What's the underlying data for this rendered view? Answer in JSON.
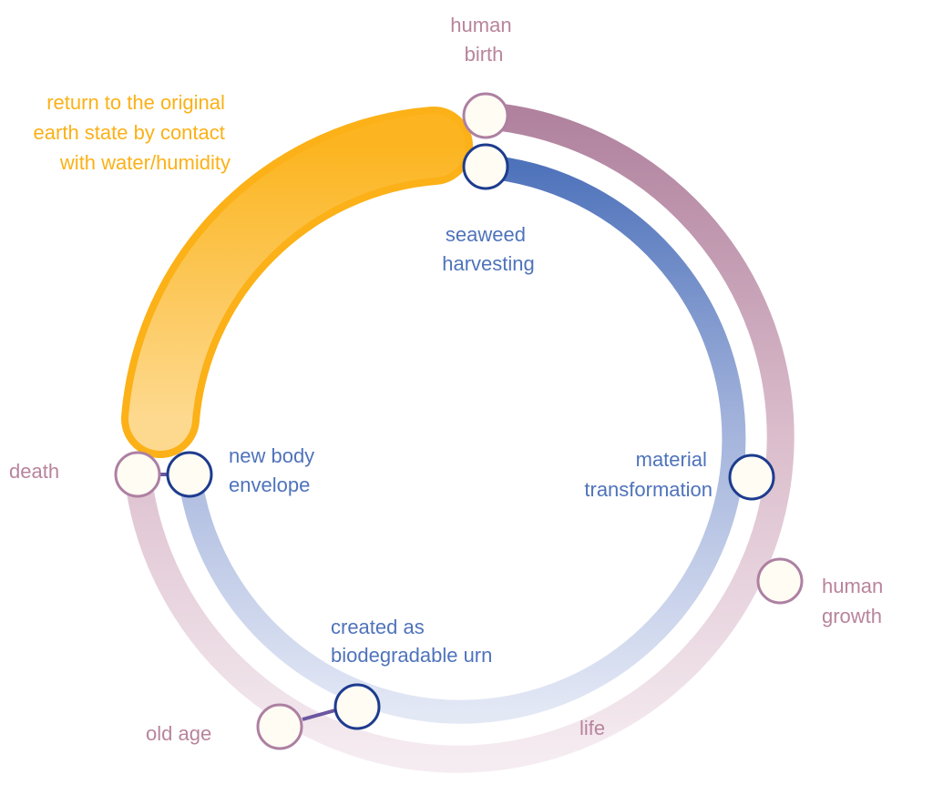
{
  "colors": {
    "human": "#b8849c",
    "seaweed": "#4f73bb",
    "orange": "#fbb117",
    "node_human_stroke": "#ad80a2",
    "node_seaweed_stroke": "#1d3c8e",
    "node_fill": "#fffcf3"
  },
  "labels": {
    "human_birth": [
      "human",
      "birth"
    ],
    "return_earth": [
      "return to the original",
      "earth state by contact",
      "with water/humidity"
    ],
    "seaweed_harvesting": [
      "seaweed",
      "harvesting"
    ],
    "material_transformation": [
      "material",
      "transformation"
    ],
    "human_growth": [
      "human",
      "growth"
    ],
    "death": "death",
    "new_body_envelope": [
      "new body",
      "envelope"
    ],
    "created_as_urn": [
      "created as",
      "biodegradable urn"
    ],
    "old_age": "old age",
    "life": "life"
  }
}
